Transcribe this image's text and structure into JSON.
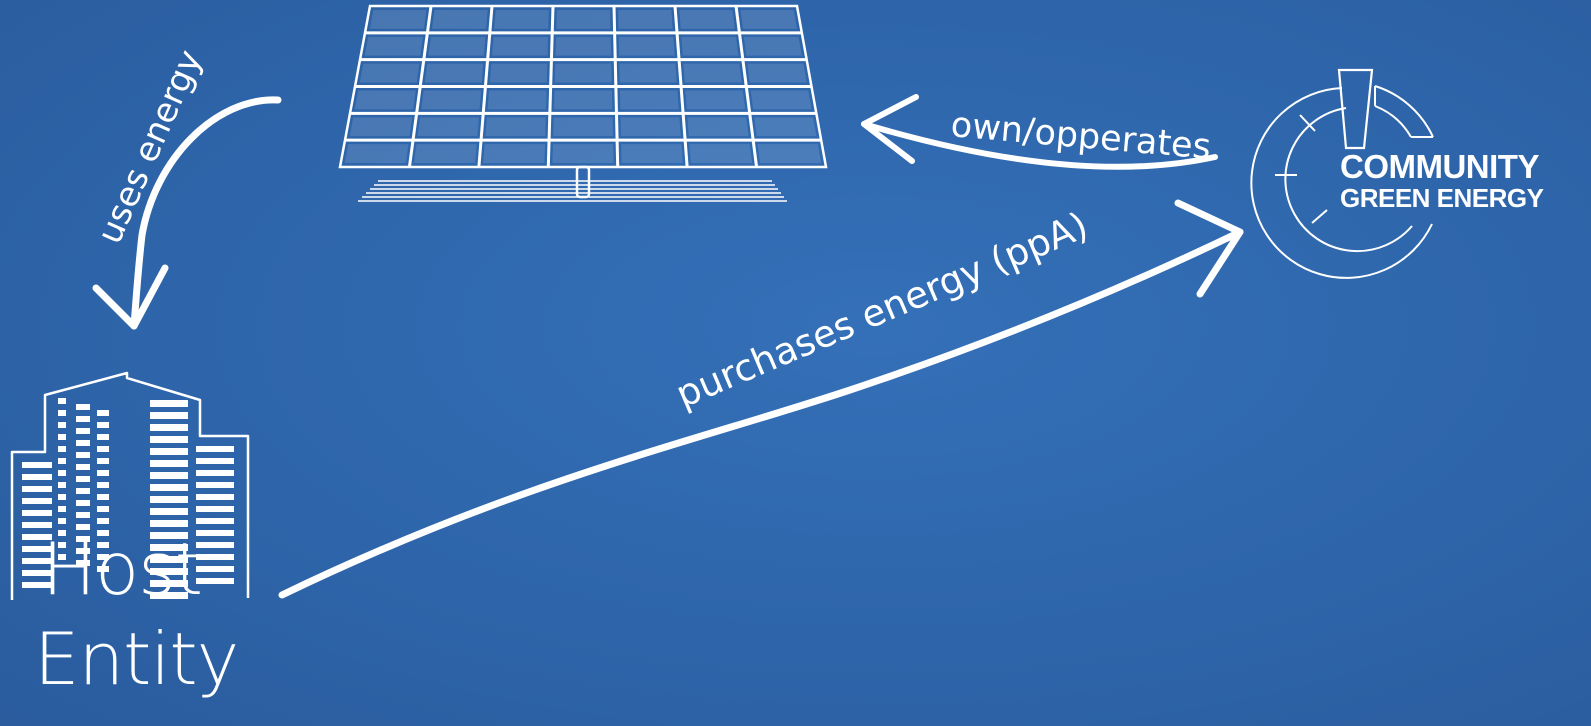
{
  "labels": {
    "uses_energy": "uses energy",
    "own_operates": "own/opperates",
    "purchases_energy": "purchases energy (ppA)",
    "host_line1": "Host",
    "host_line2": "Entity"
  },
  "brand": {
    "line1": "COMMUNITY",
    "line2": "GREEN ENERGY"
  },
  "nodes": {
    "solar_panel": "solar-panel-icon",
    "host_building": "building-icon",
    "community_logo": "power-logo-icon"
  },
  "colors": {
    "background": "#2f67ac",
    "foreground": "#ffffff"
  }
}
